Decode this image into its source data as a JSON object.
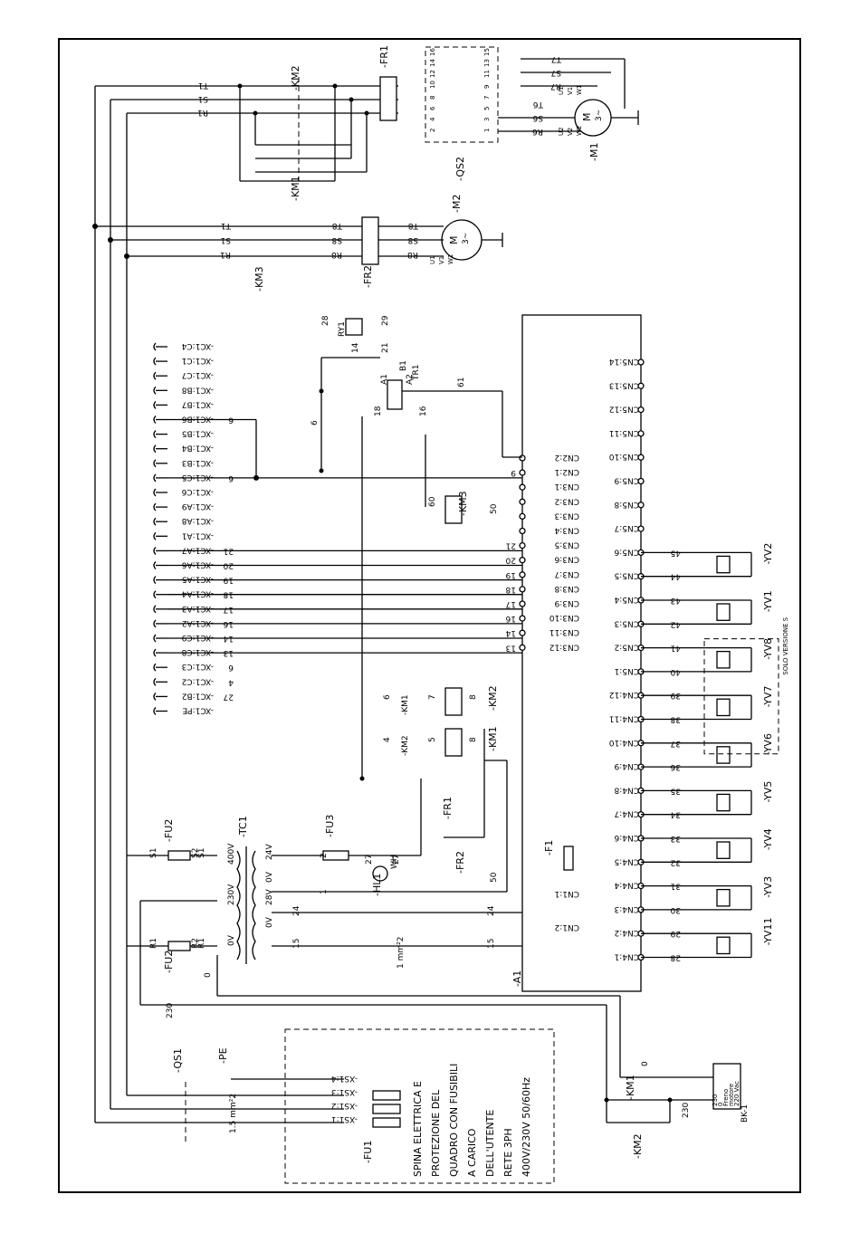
{
  "motors": {
    "m1": "-M1",
    "m2": "-M2",
    "m_symbol": "M",
    "m_phase": "3~"
  },
  "components": {
    "km1": "-KM1",
    "km2": "-KM2",
    "km3": "-KM3",
    "fr1": "-FR1",
    "fr2": "-FR2",
    "qs1": "-QS1",
    "qs2": "-QS2",
    "fu1": "-FU1",
    "fu2": "-FU2",
    "fu3": "-FU3",
    "tc1": "-TC1",
    "hl1": "-HL1",
    "f1": "-F1",
    "a1": "-A1",
    "pe": "-PE",
    "ry1": "RY1",
    "tr1": "TR1",
    "bk1": "BK-1"
  },
  "phases": [
    "T1",
    "S1",
    "R1"
  ],
  "m1_terminals": [
    "T7",
    "S7",
    "R7",
    "T6",
    "S6",
    "R6",
    "U1",
    "V1",
    "W1",
    "U2",
    "V2",
    "W2"
  ],
  "m2_terminals": [
    "T8",
    "S8",
    "R8",
    "U1",
    "V1",
    "W1"
  ],
  "qs2_terminals": [
    "16",
    "15",
    "14",
    "13",
    "12",
    "11",
    "10",
    "9",
    "8",
    "7",
    "6",
    "5",
    "4",
    "3",
    "2",
    "1"
  ],
  "xc1_left": [
    "-XC1:C4",
    "-XC1:C1",
    "-XC1:C7",
    "-XC1:B8",
    "-XC1:B7",
    "-XC1:B6",
    "-XC1:B5",
    "-XC1:B4",
    "-XC1:B3",
    "-XC1:C5",
    "-XC1:C6",
    "-XC1:A9",
    "-XC1:A8",
    "-XC1:A1",
    "-XC1:A7",
    "-XC1:A6",
    "-XC1:A5",
    "-XC1:A4",
    "-XC1:A3",
    "-XC1:A2",
    "-XC1:C9",
    "-XC1:C8",
    "-XC1:C3",
    "-XC1:C2",
    "-XC1:B2",
    "-XC1:PE"
  ],
  "xc1_wires": [
    "",
    "",
    "",
    "",
    "",
    "6",
    "",
    "",
    "",
    "6",
    "",
    "",
    "",
    "",
    "21",
    "20",
    "19",
    "18",
    "17",
    "16",
    "14",
    "13",
    "6",
    "4",
    "27",
    ""
  ],
  "cn2_cn3": [
    "CN2:2",
    "CN2:1",
    "CN3:1",
    "CN3:2",
    "CN3:3",
    "CN3:4",
    "CN3:5",
    "CN3:6",
    "CN3:7",
    "CN3:8",
    "CN3:9",
    "CN3:10",
    "CN3:11",
    "CN3:12"
  ],
  "cn2_wires": [
    "",
    "9",
    "",
    "",
    "",
    "",
    "21",
    "20",
    "19",
    "18",
    "17",
    "16",
    "14",
    "13"
  ],
  "cn5_cn4": [
    "CN5:14",
    "CN5:13",
    "CN5:12",
    "CN5:11",
    "CN5:10",
    "CN5:9",
    "CN5:8",
    "CN5:7",
    "CN5:6",
    "CN5:5",
    "CN5:4",
    "CN5:3",
    "CN5:2",
    "CN5:1",
    "CN4:12",
    "CN4:11",
    "CN4:10",
    "CN4:9",
    "CN4:8",
    "CN4:7",
    "CN4:6",
    "CN4:5",
    "CN4:4",
    "CN4:3",
    "CN4:2",
    "CN4:1"
  ],
  "cn1": [
    "CN1:1",
    "CN1:2"
  ],
  "valves": [
    {
      "name": "-YV2",
      "w1": "45",
      "w2": "44"
    },
    {
      "name": "-YV1",
      "w1": "43",
      "w2": "42"
    },
    {
      "name": "-YV8",
      "w1": "41",
      "w2": "40"
    },
    {
      "name": "-YV7",
      "w1": "39",
      "w2": "38"
    },
    {
      "name": "-YV6",
      "w1": "37",
      "w2": "36"
    },
    {
      "name": "-YV5",
      "w1": "35",
      "w2": "34"
    },
    {
      "name": "-YV4",
      "w1": "33",
      "w2": "32"
    },
    {
      "name": "-YV3",
      "w1": "31",
      "w2": "30"
    },
    {
      "name": "-YV11",
      "w1": "29",
      "w2": "28"
    }
  ],
  "solo_versione": "SOLO VERSIONE S",
  "transformer": {
    "primary": [
      "400V",
      "230V",
      "0V"
    ],
    "secondary": [
      "24V",
      "0V",
      "28V",
      "0V"
    ]
  },
  "xs1": [
    "-XS1:4",
    "-XS1:3",
    "-XS1:2",
    "-XS1:1"
  ],
  "supply_note": [
    "SPINA ELETTRICA E",
    "PROTEZIONE DEL",
    "QUADRO CON FUSIBILI",
    "A CARICO",
    "DELL'UTENTE",
    "RETE 3PH",
    "400V/230V 50/60Hz"
  ],
  "brake_note": [
    "230",
    "0",
    "Freno",
    "motore",
    "220 Vac"
  ],
  "wire_labels": {
    "s1": "S1",
    "s2": "S2",
    "r1": "R1",
    "r2": "R2",
    "n0": "0",
    "n230": "230",
    "n24": "24",
    "n15": "15",
    "n2": "2",
    "n1": "1",
    "n27": "27",
    "n28": "28",
    "n29": "29",
    "n21": "21",
    "n14": "14",
    "n61": "61",
    "n18": "18",
    "n16": "16",
    "n60": "60",
    "n50": "50",
    "n8": "8",
    "n7": "7",
    "n5": "5",
    "n4": "4",
    "n6": "6",
    "a1": "A1",
    "a2": "A2",
    "b1": "B1",
    "wh": "WH",
    "mm1": "1 mm²2",
    "mm15": "1.5 mm²2"
  }
}
